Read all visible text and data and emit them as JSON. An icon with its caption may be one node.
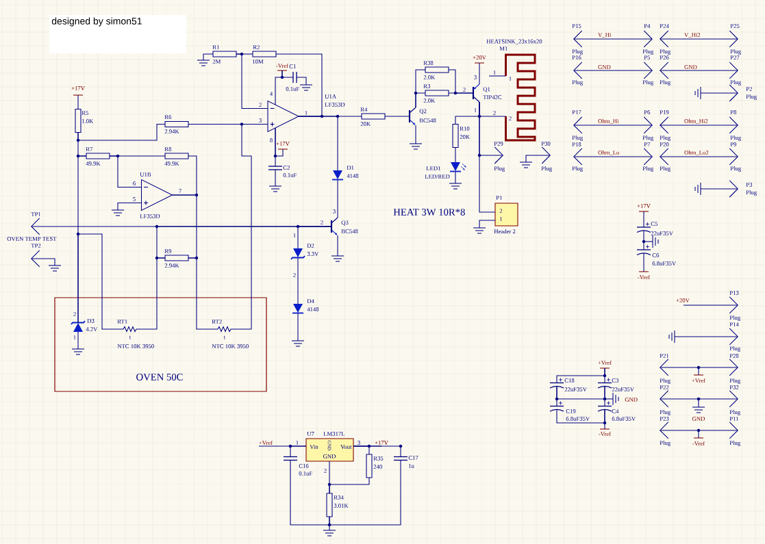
{
  "diagram": {
    "nodes": [
      {
        "text": [
          "OVEN 50C"
        ]
      },
      {
        "text": [
          "R1",
          "2M"
        ]
      },
      {
        "text": [
          "R2",
          "10M"
        ]
      },
      {
        "text": [
          "C1",
          "0.1uF"
        ]
      },
      {
        "text": [],
        "shape": "triangle",
        "beside": [
          "U1A",
          "LF353D"
        ]
      },
      {
        "text": [
          "R6",
          "2.94K"
        ]
      },
      {
        "text": [
          "R5",
          "1.0K"
        ]
      },
      {
        "text": [
          "R7",
          "49.9K"
        ]
      },
      {
        "text": [
          "R8",
          "49.9K"
        ]
      },
      {
        "text": [
          "U1B",
          "LF353D"
        ]
      },
      {
        "text": [
          "C2",
          "0.1uF"
        ]
      },
      {
        "text": [
          "R9",
          "2.94K"
        ]
      },
      {
        "text": [
          "RT1",
          "t",
          "NTC 10K 3950"
        ],
        "in": 0
      },
      {
        "text": [
          "RT2",
          "t",
          "NTC 10K 3950"
        ],
        "in": 0
      },
      {
        "text": [
          "D3",
          "4.2V"
        ],
        "in": 0
      },
      {
        "text": [
          "D1",
          "4148"
        ]
      },
      {
        "text": [
          "Q3",
          "BC548"
        ]
      },
      {
        "text": [
          "D2",
          "3.3V"
        ]
      },
      {
        "text": [
          "D4",
          "4148"
        ]
      },
      {
        "text": [
          "R4",
          "20K"
        ]
      },
      {
        "text": [
          "Q2",
          "BC548"
        ]
      },
      {
        "text": [
          "R38",
          "2.0K"
        ]
      },
      {
        "text": [
          "R3",
          "2.0K"
        ]
      },
      {
        "text": [
          "Q1",
          "TIP42C"
        ]
      },
      {
        "text": [
          "HEATSINK_23x16x20",
          "M1"
        ]
      },
      {
        "text": [
          "R10",
          "20K"
        ]
      },
      {
        "text": [
          "LED1",
          "LED/RED"
        ]
      },
      {
        "text": [
          "P29",
          "Plug"
        ]
      },
      {
        "text": [
          "P30",
          "Plug"
        ]
      },
      {
        "text": [
          "P1",
          "2",
          "1",
          "Header 2"
        ]
      },
      {
        "text": [
          "TP1"
        ]
      },
      {
        "text": [
          "TP2"
        ]
      },
      {
        "text": [
          "+17V"
        ]
      },
      {
        "text": [
          "-Vref"
        ]
      },
      {
        "text": [
          "+17V"
        ]
      },
      {
        "text": [
          "+20V"
        ]
      },
      {
        "text": [
          "C5",
          "22uF35V"
        ]
      },
      {
        "text": [
          "C6",
          "6.8uF35V"
        ]
      },
      {
        "text": [
          "+17V"
        ]
      },
      {
        "text": [
          "-Vref"
        ]
      },
      {
        "text": [
          "P15",
          "Plug"
        ]
      },
      {
        "text": [
          "P4",
          "Plug"
        ]
      },
      {
        "text": [
          "P24",
          "Plug"
        ]
      },
      {
        "text": [
          "P25",
          "Plug"
        ]
      },
      {
        "text": [
          "P16",
          "Plug"
        ]
      },
      {
        "text": [
          "P5",
          "Plug"
        ]
      },
      {
        "text": [
          "P26",
          "Plug"
        ]
      },
      {
        "text": [
          "P27",
          "Plug"
        ]
      },
      {
        "text": [
          "P2",
          "Plug"
        ]
      },
      {
        "text": [
          "P17",
          "Plug"
        ]
      },
      {
        "text": [
          "P6",
          "Plug"
        ]
      },
      {
        "text": [
          "P19",
          "Plug"
        ]
      },
      {
        "text": [
          "P8",
          "Plug"
        ]
      },
      {
        "text": [
          "P18",
          "Plug"
        ]
      },
      {
        "text": [
          "P7",
          "Plug"
        ]
      },
      {
        "text": [
          "P20",
          "Plug"
        ]
      },
      {
        "text": [
          "P9",
          "Plug"
        ]
      },
      {
        "text": [
          "P3",
          "Plug"
        ]
      },
      {
        "text": [
          "+20V"
        ]
      },
      {
        "text": [
          "P13",
          "Plug"
        ]
      },
      {
        "text": [
          "P14",
          "Plug"
        ]
      },
      {
        "text": [
          "P21",
          "Plug"
        ]
      },
      {
        "text": [
          "P28",
          "Plug"
        ]
      },
      {
        "text": [
          "P22",
          "Plug"
        ]
      },
      {
        "text": [
          "P32",
          "Plug"
        ]
      },
      {
        "text": [
          "P23",
          "Plug"
        ]
      },
      {
        "text": [
          "P11",
          "Plug"
        ]
      },
      {
        "text": [
          "C18",
          "22uF35V"
        ]
      },
      {
        "text": [
          "C3",
          "22uF35V"
        ]
      },
      {
        "text": [
          "C19",
          "6.8uF35V"
        ]
      },
      {
        "text": [
          "C4",
          "6.8uF35V"
        ]
      },
      {
        "text": [
          "+Vref"
        ]
      },
      {
        "text": [
          "-Vref"
        ]
      },
      {
        "text": [
          "U7",
          "LM317L",
          "Vin",
          "GND",
          "Vout",
          "GND"
        ]
      },
      {
        "text": [
          "C16",
          "0.1uF"
        ]
      },
      {
        "text": [
          "R35",
          "240"
        ]
      },
      {
        "text": [
          "C17",
          "1u"
        ]
      },
      {
        "text": [
          "R34",
          "3.01K"
        ]
      },
      {
        "text": [
          "+Vref"
        ]
      },
      {
        "text": [
          "+17V"
        ]
      },
      {
        "text": [],
        "shape": "ground"
      },
      {
        "text": [],
        "shape": "ground"
      },
      {
        "text": [],
        "shape": "ground"
      },
      {
        "text": [],
        "shape": "ground"
      },
      {
        "text": [],
        "shape": "ground"
      },
      {
        "text": [],
        "shape": "ground"
      }
    ],
    "edges": [
      {
        "from": 1,
        "to": 2,
        "arrow": "none"
      },
      {
        "from": 2,
        "to": 4,
        "arrow": "none"
      },
      {
        "from": 1,
        "to": 4,
        "arrow": "none"
      },
      {
        "from": 4,
        "to": 19,
        "arrow": "none"
      },
      {
        "from": 4,
        "to": 15,
        "arrow": "none"
      },
      {
        "from": 33,
        "to": 4,
        "arrow": "none"
      },
      {
        "from": 33,
        "to": 3,
        "arrow": "none"
      },
      {
        "from": 4,
        "to": 34,
        "arrow": "none"
      },
      {
        "from": 4,
        "to": 10,
        "arrow": "none"
      },
      {
        "from": 5,
        "to": 4,
        "arrow": "none"
      },
      {
        "from": 13,
        "to": 4,
        "arrow": "none"
      },
      {
        "from": 32,
        "to": 6,
        "arrow": "none"
      },
      {
        "from": 6,
        "to": 5,
        "arrow": "none"
      },
      {
        "from": 6,
        "to": 7,
        "arrow": "none"
      },
      {
        "from": 7,
        "to": 14,
        "arrow": "none"
      },
      {
        "from": 14,
        "to": 12,
        "arrow": "none"
      },
      {
        "from": 7,
        "to": 8,
        "arrow": "none"
      },
      {
        "from": 7,
        "to": 9,
        "arrow": "none"
      },
      {
        "from": 8,
        "to": 9,
        "arrow": "none"
      },
      {
        "from": 9,
        "to": 11,
        "arrow": "none"
      },
      {
        "from": 11,
        "to": 13,
        "arrow": "none"
      },
      {
        "from": 11,
        "to": 12,
        "arrow": "none"
      },
      {
        "from": 16,
        "to": 30,
        "arrow": "to"
      },
      {
        "from": 11,
        "to": 16,
        "arrow": "none"
      },
      {
        "from": 16,
        "to": 17,
        "arrow": "none"
      },
      {
        "from": 17,
        "to": 18,
        "arrow": "none"
      },
      {
        "from": 15,
        "to": 16,
        "arrow": "none"
      },
      {
        "from": 19,
        "to": 20,
        "arrow": "none"
      },
      {
        "from": 20,
        "to": 22,
        "arrow": "none"
      },
      {
        "from": 20,
        "to": 21,
        "arrow": "none"
      },
      {
        "from": 21,
        "to": 23,
        "arrow": "none"
      },
      {
        "from": 22,
        "to": 23,
        "arrow": "none"
      },
      {
        "from": 23,
        "to": 35,
        "arrow": "none"
      },
      {
        "from": 23,
        "to": 24,
        "arrow": "none"
      },
      {
        "from": 23,
        "to": 25,
        "arrow": "none"
      },
      {
        "from": 23,
        "to": 27,
        "arrow": "to"
      },
      {
        "from": 23,
        "to": 29,
        "arrow": "none"
      },
      {
        "from": 25,
        "to": 26,
        "arrow": "none"
      },
      {
        "from": 80,
        "to": 28,
        "arrow": "to"
      },
      {
        "from": 81,
        "to": 31,
        "arrow": "to"
      },
      {
        "from": 29,
        "to": 82,
        "arrow": "none"
      },
      {
        "from": 38,
        "to": 36,
        "arrow": "none"
      },
      {
        "from": 36,
        "to": 37,
        "arrow": "none"
      },
      {
        "from": 37,
        "to": 39,
        "arrow": "none"
      },
      {
        "from": 40,
        "to": 41,
        "arrow": "both",
        "label": "V_Hi"
      },
      {
        "from": 42,
        "to": 43,
        "arrow": "both",
        "label": "V_Hi2"
      },
      {
        "from": 44,
        "to": 45,
        "arrow": "both",
        "label": "GND"
      },
      {
        "from": 46,
        "to": 47,
        "arrow": "both",
        "label": "GND"
      },
      {
        "from": 83,
        "to": 48,
        "arrow": "to"
      },
      {
        "from": 49,
        "to": 50,
        "arrow": "both",
        "label": "Ohm_Hi"
      },
      {
        "from": 51,
        "to": 52,
        "arrow": "both",
        "label": "Ohm_Hi2"
      },
      {
        "from": 53,
        "to": 54,
        "arrow": "both",
        "label": "Ohm_Lo"
      },
      {
        "from": 55,
        "to": 56,
        "arrow": "both",
        "label": "Ohm_Lo2"
      },
      {
        "from": 84,
        "to": 57,
        "arrow": "to"
      },
      {
        "from": 58,
        "to": 59,
        "arrow": "to"
      },
      {
        "from": 85,
        "to": 60,
        "arrow": "to"
      },
      {
        "from": 61,
        "to": 62,
        "arrow": "both"
      },
      {
        "from": 63,
        "to": 64,
        "arrow": "both"
      },
      {
        "from": 65,
        "to": 66,
        "arrow": "both"
      },
      {
        "from": 71,
        "to": 68,
        "arrow": "none"
      },
      {
        "from": 71,
        "to": 67,
        "arrow": "none"
      },
      {
        "from": 67,
        "to": 69,
        "arrow": "none"
      },
      {
        "from": 68,
        "to": 70,
        "arrow": "none"
      },
      {
        "from": 67,
        "to": 68,
        "arrow": "none"
      },
      {
        "from": 69,
        "to": 70,
        "arrow": "none"
      },
      {
        "from": 70,
        "to": 72,
        "arrow": "none"
      },
      {
        "from": 78,
        "to": 73,
        "arrow": "none"
      },
      {
        "from": 74,
        "to": 73,
        "arrow": "none"
      },
      {
        "from": 73,
        "to": 75,
        "arrow": "none"
      },
      {
        "from": 73,
        "to": 79,
        "arrow": "none"
      },
      {
        "from": 73,
        "to": 76,
        "arrow": "none"
      },
      {
        "from": 73,
        "to": 77,
        "arrow": "none"
      },
      {
        "from": 75,
        "to": 77,
        "arrow": "none"
      },
      {
        "from": 74,
        "to": 77,
        "arrow": "none"
      },
      {
        "from": 76,
        "to": 77,
        "arrow": "none"
      }
    ],
    "labels": [
      "designed by simon51",
      "HEAT 3W 10R*8",
      "OVEN TEMP TEST",
      "GND",
      "+Vref",
      "GND",
      "-Vref",
      "4",
      "2",
      "3",
      "1",
      "8",
      "6",
      "5",
      "7",
      "3",
      "2",
      "1",
      "2",
      "2",
      "1",
      "3",
      "2",
      "1",
      "1",
      "1",
      "2",
      "2",
      "1",
      "3",
      "2"
    ]
  }
}
